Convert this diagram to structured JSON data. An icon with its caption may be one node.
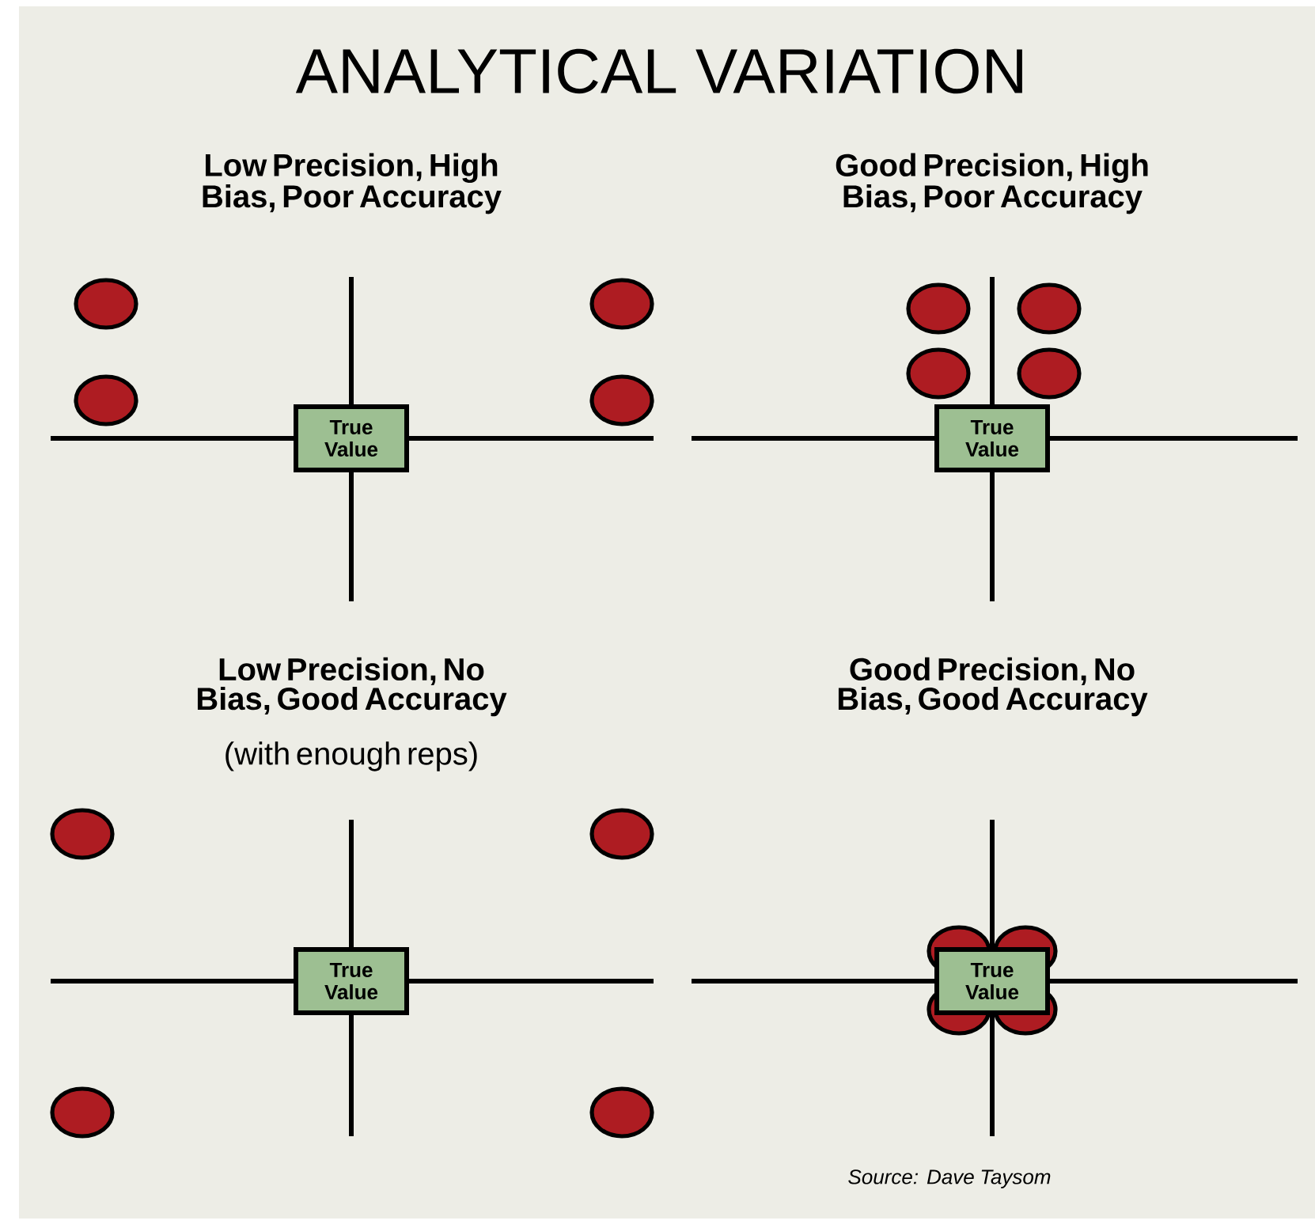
{
  "diagram": {
    "title": "ANALYTICAL VARIATION",
    "nodes": [
      {
        "text": [
          "True Value"
        ]
      },
      {
        "text": [
          "True Value"
        ]
      },
      {
        "text": [
          "True Value"
        ]
      },
      {
        "text": [
          "True Value"
        ]
      }
    ],
    "labels": [
      "Low Precision, High Bias, Poor Accuracy",
      "Good Precision, High Bias, Poor Accuracy",
      "Low Precision, No Bias, Good Accuracy",
      "(with enough reps)",
      "Good Precision, No Bias, Good Accuracy",
      "Source:  Dave Taysom"
    ]
  }
}
